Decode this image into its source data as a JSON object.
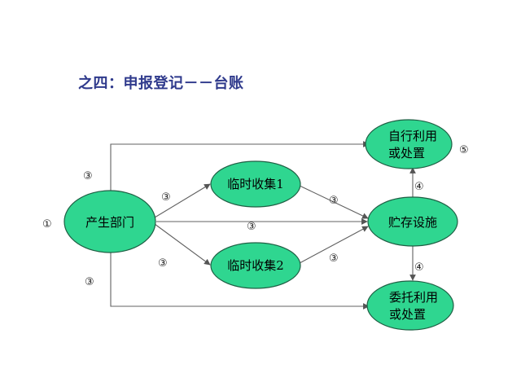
{
  "title": "之四：申报登记－－台账",
  "nodes": {
    "source": "产生部门",
    "temp1": "临时收集1",
    "temp2": "临时收集2",
    "storage": "贮存设施",
    "self_use_line1": "自行利用",
    "self_use_line2": "或处置",
    "entrust_line1": "委托利用",
    "entrust_line2": "或处置"
  },
  "markers": {
    "m1": "①",
    "m3": "③",
    "m4": "④",
    "m5": "⑤"
  }
}
